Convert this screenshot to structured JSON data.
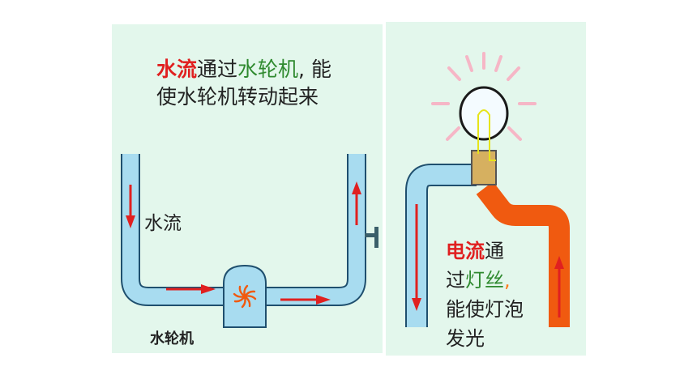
{
  "left": {
    "line1": {
      "part1": "水流",
      "part2": "通过",
      "part3": "水轮机",
      "part4": ", 能"
    },
    "line2": "使水轮机转动起来",
    "flow_label": "水流",
    "turbine_label": "水轮机"
  },
  "right": {
    "line1": {
      "part1": "电流",
      "part2": "通"
    },
    "line2": {
      "part1": "过",
      "part2": "灯丝",
      "part3": ","
    },
    "line3": "能使灯泡",
    "line4": "发光"
  },
  "colors": {
    "panel_bg": "#e3f7ec",
    "water_pipe": "#a8dcf0",
    "pipe_outline": "#1f4f6e",
    "arrow_red": "#e02020",
    "orange_wire": "#f05a10",
    "red_text": "#e02020",
    "green_text": "#2f8a2f"
  }
}
